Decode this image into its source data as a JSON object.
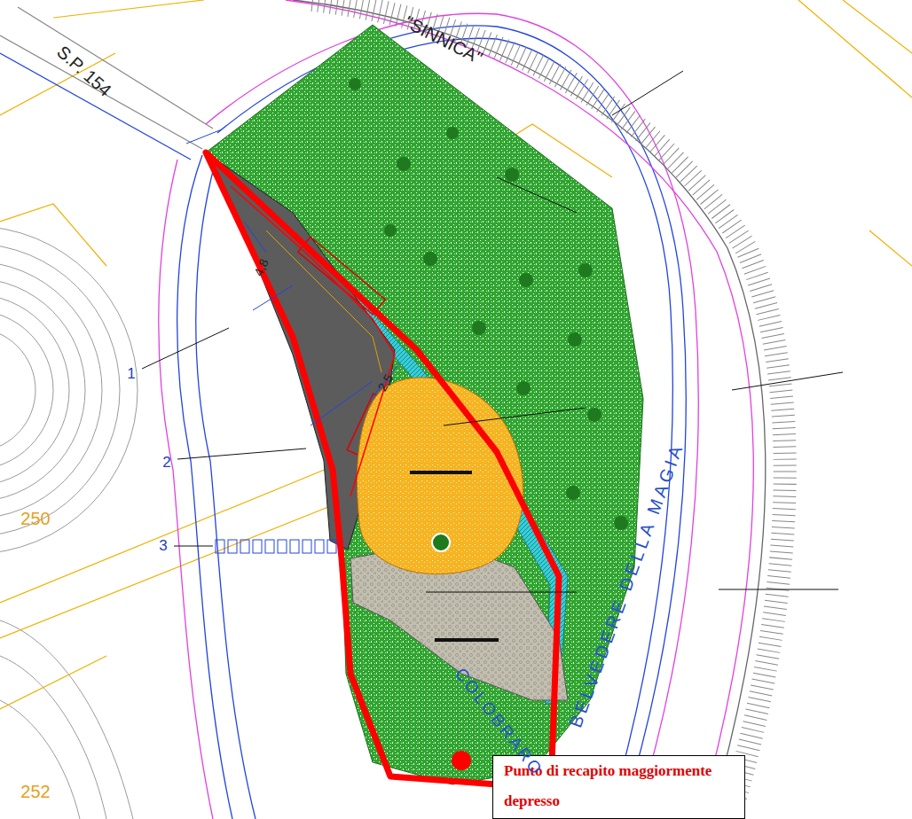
{
  "diagram": {
    "nodes": [
      {
        "text": [
          "Punto di recapito maggiormente depresso"
        ]
      }
    ],
    "labels": [
      "S.P. 154",
      "\"SINNICA\"",
      "1",
      "2",
      "3",
      "250",
      "252",
      "4,8",
      "2,5",
      "BELVEDERE DELLA MAGIA",
      "COLOBRARO"
    ]
  }
}
